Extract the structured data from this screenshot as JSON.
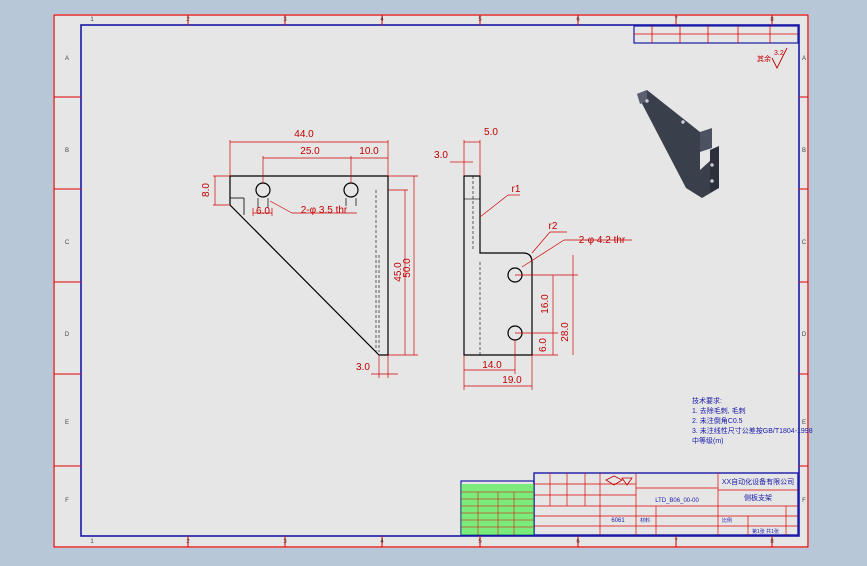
{
  "colors": {
    "background": "#b7c7d7",
    "sheet": "#e6e6e6",
    "border_red": "#e00000",
    "inner_frame": "#1a1aa8",
    "geometry": "#000000",
    "dimension": "#d00000",
    "green_table": "#22ee22",
    "part_shade": "#3a3f4c"
  },
  "zone_labels": {
    "columns": [
      "1",
      "2",
      "3",
      "4",
      "5",
      "6",
      "7",
      "8"
    ],
    "rows": [
      "A",
      "B",
      "C",
      "D",
      "E",
      "F"
    ]
  },
  "dimensions": {
    "front": {
      "overall_width": "44.0",
      "hole_spacing": "25.0",
      "hole_to_edge": "10.0",
      "flange_height": "8.0",
      "hole_offset": "6.0",
      "hole_callout": "2-φ 3.5 thr",
      "inner_height": "45.0",
      "overall_height": "50.0",
      "thickness": "3.0"
    },
    "side": {
      "top_width": "5.0",
      "wall_thickness": "3.0",
      "radius_1": "r1",
      "radius_2": "r2",
      "hole_callout": "2-φ 4.2 thr",
      "hole_spacing": "16.0",
      "hole_height": "28.0",
      "hole_bottom": "6.0",
      "base_width": "14.0",
      "overall_base": "19.0"
    }
  },
  "surface_finish": {
    "prefix": "其余",
    "value": "3.2"
  },
  "notes": {
    "title": "技术要求:",
    "lines": [
      "1. 去除毛刺, 毛刺",
      "2. 未注倒角C0.5",
      "3. 未注线性尺寸公差按GB/T1804-1998",
      "   中等级(m)"
    ]
  },
  "title_block": {
    "company": "XX自动化设备有限公司",
    "part_name": "侧板支架",
    "drawing_no": "LTD_B06_00-00",
    "material_label": "材料",
    "material": "6061",
    "scale_label": "比例",
    "sheet_label": "第1张 共1张",
    "top_right_labels": [
      "",
      "",
      "",
      ""
    ]
  }
}
